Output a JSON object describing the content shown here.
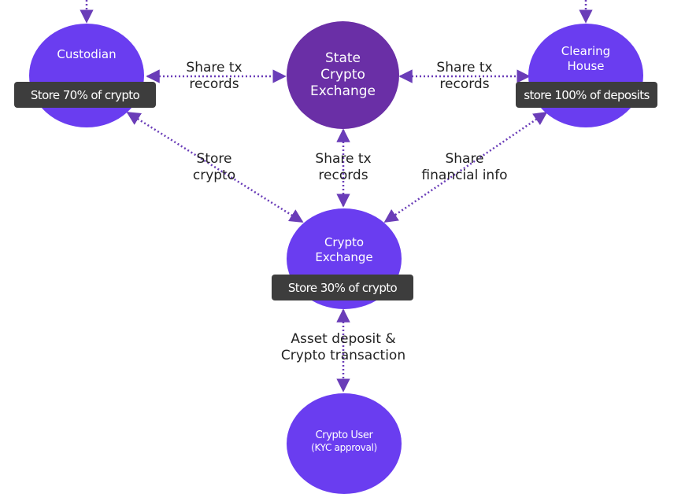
{
  "nodes": {
    "custodian": {
      "title": "Custodian",
      "tag": "Store 70% of crypto"
    },
    "state_exchange": {
      "title_lines": [
        "State",
        "Crypto",
        "Exchange"
      ]
    },
    "clearing_house": {
      "title_lines": [
        "Clearing",
        "House"
      ],
      "tag": "store 100% of deposits"
    },
    "crypto_exchange": {
      "title_lines": [
        "Crypto",
        "Exchange"
      ],
      "tag": "Store 30% of crypto"
    },
    "crypto_user": {
      "title": "Crypto User",
      "subtitle": "(KYC approval)"
    }
  },
  "edges": {
    "custodian_state": [
      "Share tx",
      "records"
    ],
    "state_clearing": [
      "Share tx",
      "records"
    ],
    "custodian_exchange": [
      "Store",
      "crypto"
    ],
    "state_exchange": [
      "Share tx",
      "records"
    ],
    "clearing_exchange": [
      "Share",
      "financial info"
    ],
    "exchange_user": [
      "Asset deposit &",
      "Crypto transaction"
    ]
  },
  "colors": {
    "node_blue": "#6a3df0",
    "node_purple": "#6a2fa6",
    "arrow": "#6a3db8",
    "tag_bg": "#3d3d3d"
  }
}
